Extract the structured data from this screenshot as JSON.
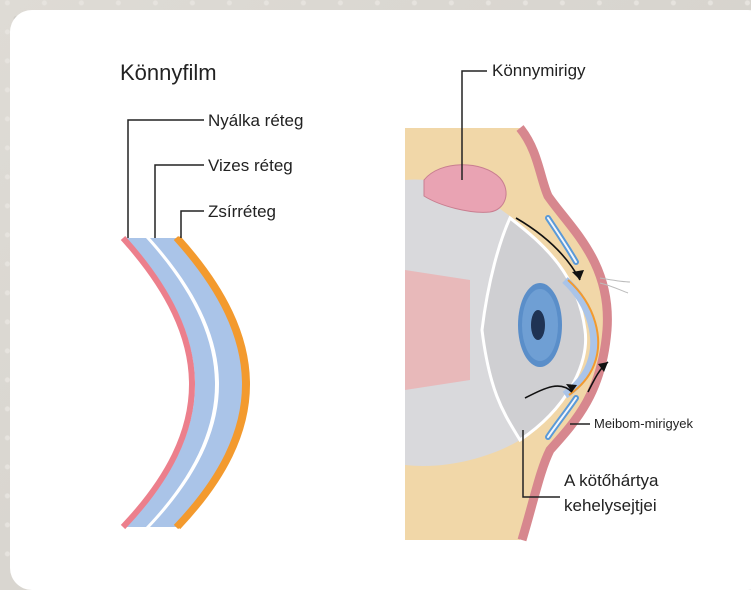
{
  "tear_film": {
    "title": "Könnyfilm",
    "layers": {
      "mucus": "Nyálka réteg",
      "aqueous": "Vizes réteg",
      "lipid": "Zsírréteg"
    }
  },
  "eye": {
    "lacrimal_gland": "Könnymirigy",
    "meibomian_glands": "Meibom-mirigyek",
    "goblet_cells_line1": "A kötőhártya",
    "goblet_cells_line2": "kehelysejtjei"
  },
  "colors": {
    "mucus": "#ec7f8c",
    "aqueous": "#aac4e8",
    "lipid": "#f39a2e",
    "tissue": "#f1d7a8",
    "skin": "#e8a0a4",
    "eyeball": "#cfcfd2",
    "iris": "#5a8ec9"
  }
}
